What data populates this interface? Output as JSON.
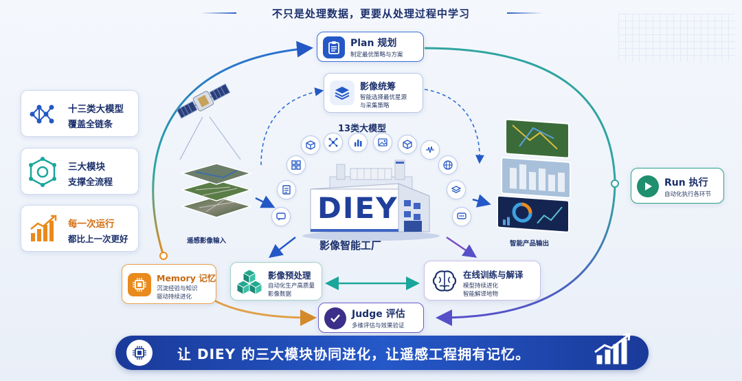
{
  "headline": "不只是处理数据，更要从处理过程中学习",
  "plan": {
    "title": "Plan 规划",
    "sub": "制定最优策略与方案"
  },
  "coordination": {
    "title": "影像统筹",
    "sub1": "智能选择最优星源",
    "sub2": "与采集策略"
  },
  "models_label": "13类大模型",
  "factory": {
    "name": "DIEY",
    "caption": "影像智能工厂"
  },
  "left_cards": [
    {
      "title": "十三类大模型",
      "sub": "覆盖全链条"
    },
    {
      "title": "三大模块",
      "sub": "支撑全流程"
    },
    {
      "title": "每一次运行",
      "sub": "都比上一次更好"
    }
  ],
  "input_label": "遥感影像输入",
  "output_label": "智能产品输出",
  "run": {
    "title": "Run 执行",
    "sub": "自动化执行各环节"
  },
  "memory": {
    "title": "Memory 记忆",
    "sub1": "沉淀经验与知识",
    "sub2": "驱动持续进化"
  },
  "preprocess": {
    "title": "影像预处理",
    "sub1": "自动化生产高质量",
    "sub2": "影像数据"
  },
  "training": {
    "title": "在线训练与解译",
    "sub1": "模型持续进化",
    "sub2": "智能解译地物"
  },
  "judge": {
    "title": "Judge 评估",
    "sub": "多维评估与效果验证"
  },
  "footer": "让 DIEY 的三大模块协同进化，让遥感工程拥有记忆。",
  "colors": {
    "navy": "#1b2f6b",
    "blue": "#2458c6",
    "teal": "#1aa69a",
    "orange": "#e98a1c",
    "purple": "#6a4cc2",
    "green": "#1f8f6d",
    "banner": "#1f3f9a"
  }
}
